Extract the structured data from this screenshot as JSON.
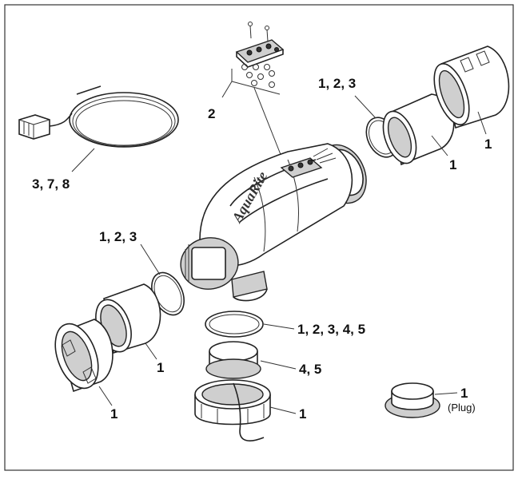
{
  "labels": {
    "top_kit": "2",
    "cable": "3, 7, 8",
    "oring_right": "1, 2, 3",
    "union_insert_right": "1",
    "union_nut_right": "1",
    "oring_left": "1, 2, 3",
    "union_insert_left": "1",
    "union_nut_left": "1",
    "oring_bottom": "1, 2, 3, 4, 5",
    "sensor_insert": "4, 5",
    "bottom_nut": "1",
    "plug_number": "1",
    "plug_caption": "(Plug)"
  },
  "cell_logo": "AquaRite"
}
